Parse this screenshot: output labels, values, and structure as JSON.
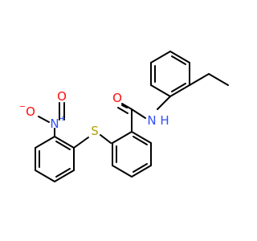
{
  "molecule": {
    "atoms": [
      {
        "label": "O",
        "charge": "−",
        "color": "#ff0d0d"
      },
      {
        "label": "N",
        "charge": "+",
        "color": "#3050f8"
      },
      {
        "label": "O",
        "charge": "",
        "color": "#ff0d0d"
      },
      {
        "label": "S",
        "charge": "",
        "color": "#b2a200"
      },
      {
        "label": "O",
        "charge": "",
        "color": "#ff0d0d"
      },
      {
        "label": "N",
        "charge": "",
        "color": "#3050f8"
      },
      {
        "label": "H",
        "charge": "",
        "color": "#3050f8"
      }
    ],
    "bond_color": "#000000"
  }
}
